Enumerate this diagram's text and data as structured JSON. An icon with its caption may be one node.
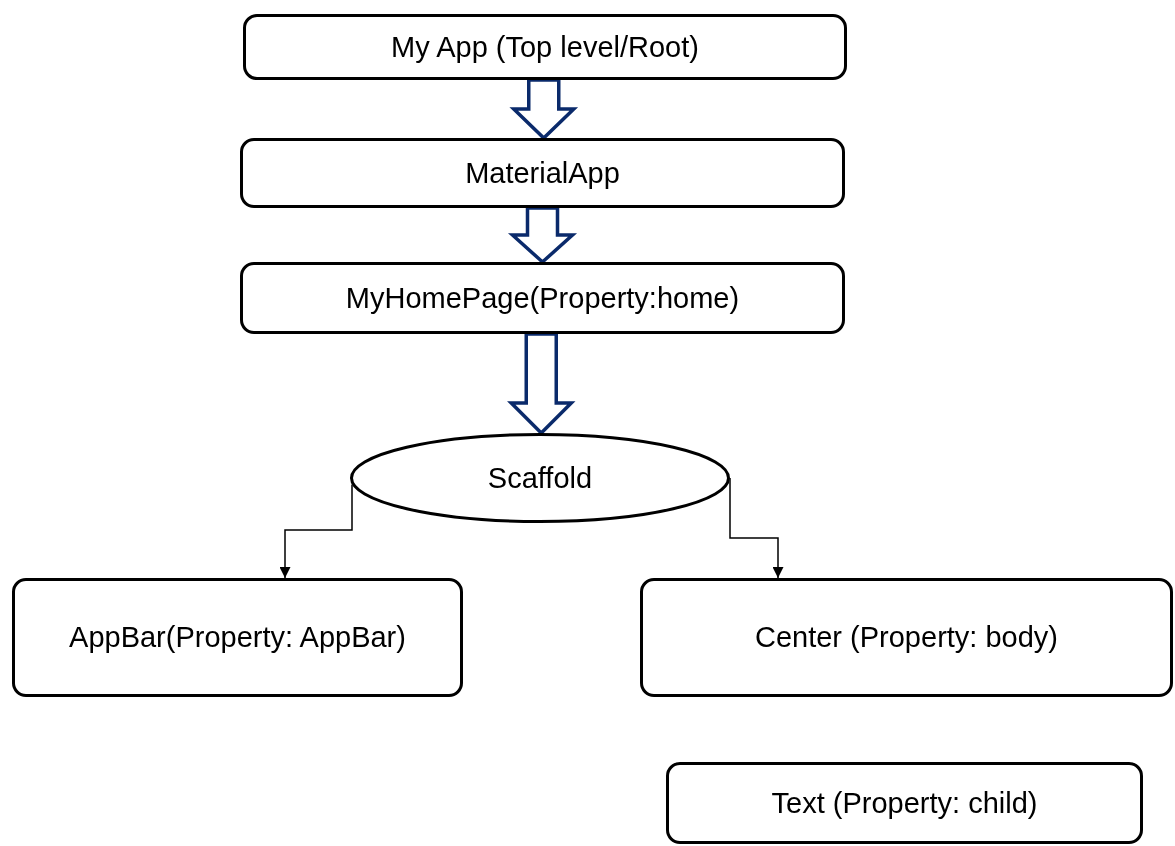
{
  "diagram": {
    "nodes": [
      {
        "text": [
          "My App (Top level/Root)"
        ]
      },
      {
        "text": [
          "MaterialApp"
        ]
      },
      {
        "text": [
          "MyHomePage(Property:home)"
        ]
      },
      {
        "text": [
          "Scaffold"
        ]
      },
      {
        "text": [
          "AppBar(Property: AppBar)"
        ]
      },
      {
        "text": [
          "Center (Property: body)"
        ]
      },
      {
        "text": [
          "Text (Property: child)"
        ]
      }
    ],
    "edges": [
      {
        "from": 0,
        "to": 1,
        "arrow": "to",
        "style": "thick",
        "color": "#0a2a6b"
      },
      {
        "from": 1,
        "to": 2,
        "arrow": "to",
        "style": "thick",
        "color": "#0a2a6b"
      },
      {
        "from": 2,
        "to": 3,
        "arrow": "to",
        "style": "thick",
        "color": "#0a2a6b"
      },
      {
        "from": 3,
        "to": 4,
        "arrow": "to"
      },
      {
        "from": 3,
        "to": 5,
        "arrow": "to"
      }
    ]
  }
}
